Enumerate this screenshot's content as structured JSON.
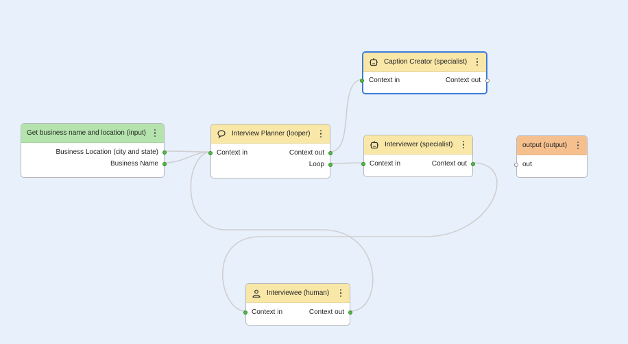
{
  "nodes": {
    "input": {
      "title": "Get business name and location (input)",
      "outputs": [
        "Business Location (city and state)",
        "Business Name"
      ]
    },
    "planner": {
      "title": "Interview Planner (looper)",
      "icon": "speech-bubble-loop-icon",
      "input_label": "Context in",
      "output_label": "Context out",
      "loop_label": "Loop"
    },
    "caption": {
      "title": "Caption Creator (specialist)",
      "icon": "robot-icon",
      "input_label": "Context in",
      "output_label": "Context out"
    },
    "interviewer": {
      "title": "Interviewer (specialist)",
      "icon": "robot-icon",
      "input_label": "Context in",
      "output_label": "Context out"
    },
    "output": {
      "title": "output (output)",
      "input_label": "out"
    },
    "interviewee": {
      "title": "Interviewee (human)",
      "icon": "person-icon",
      "input_label": "Context in",
      "output_label": "Context out"
    }
  },
  "colors": {
    "background": "#e8f0fc",
    "input_header": "#b5e3ad",
    "specialist_header": "#f9e7a8",
    "output_header": "#f6c08e",
    "selected_border": "#3d7bd6",
    "port_connected": "#55b94a",
    "wire": "#cfcfcf"
  }
}
